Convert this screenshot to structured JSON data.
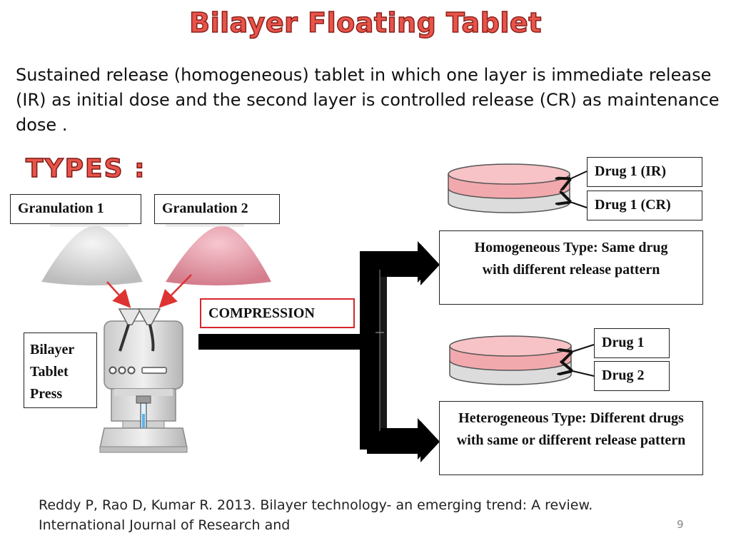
{
  "title": "Bilayer Floating Tablet",
  "intro": "Sustained release (homogeneous) tablet in which one layer is immediate release (IR) as initial dose and the second layer is controlled release (CR) as maintenance dose .",
  "types_heading": "TYPES :",
  "granulation_1": "Granulation 1",
  "granulation_2": "Granulation 2",
  "press_label": "Bilayer Tablet Press",
  "compression": "COMPRESSION",
  "homogeneous": {
    "layer_top": "Drug 1 (IR)",
    "layer_bottom": "Drug 1 (CR)",
    "description": "Homogeneous Type: Same drug with different release pattern"
  },
  "heterogeneous": {
    "layer_top": "Drug 1",
    "layer_bottom": "Drug 2",
    "description": "Heterogeneous Type: Different drugs with same or different release pattern"
  },
  "reference": "Reddy P, Rao D, Kumar R. 2013. Bilayer technology- an emerging  trend: A review. International Journal of Research and",
  "page_number": "9",
  "colors": {
    "title": "#e8544a",
    "pink_layer": "#f2a9ad",
    "grey_layer": "#dcdcdc",
    "compression_border": "#d6262b"
  }
}
